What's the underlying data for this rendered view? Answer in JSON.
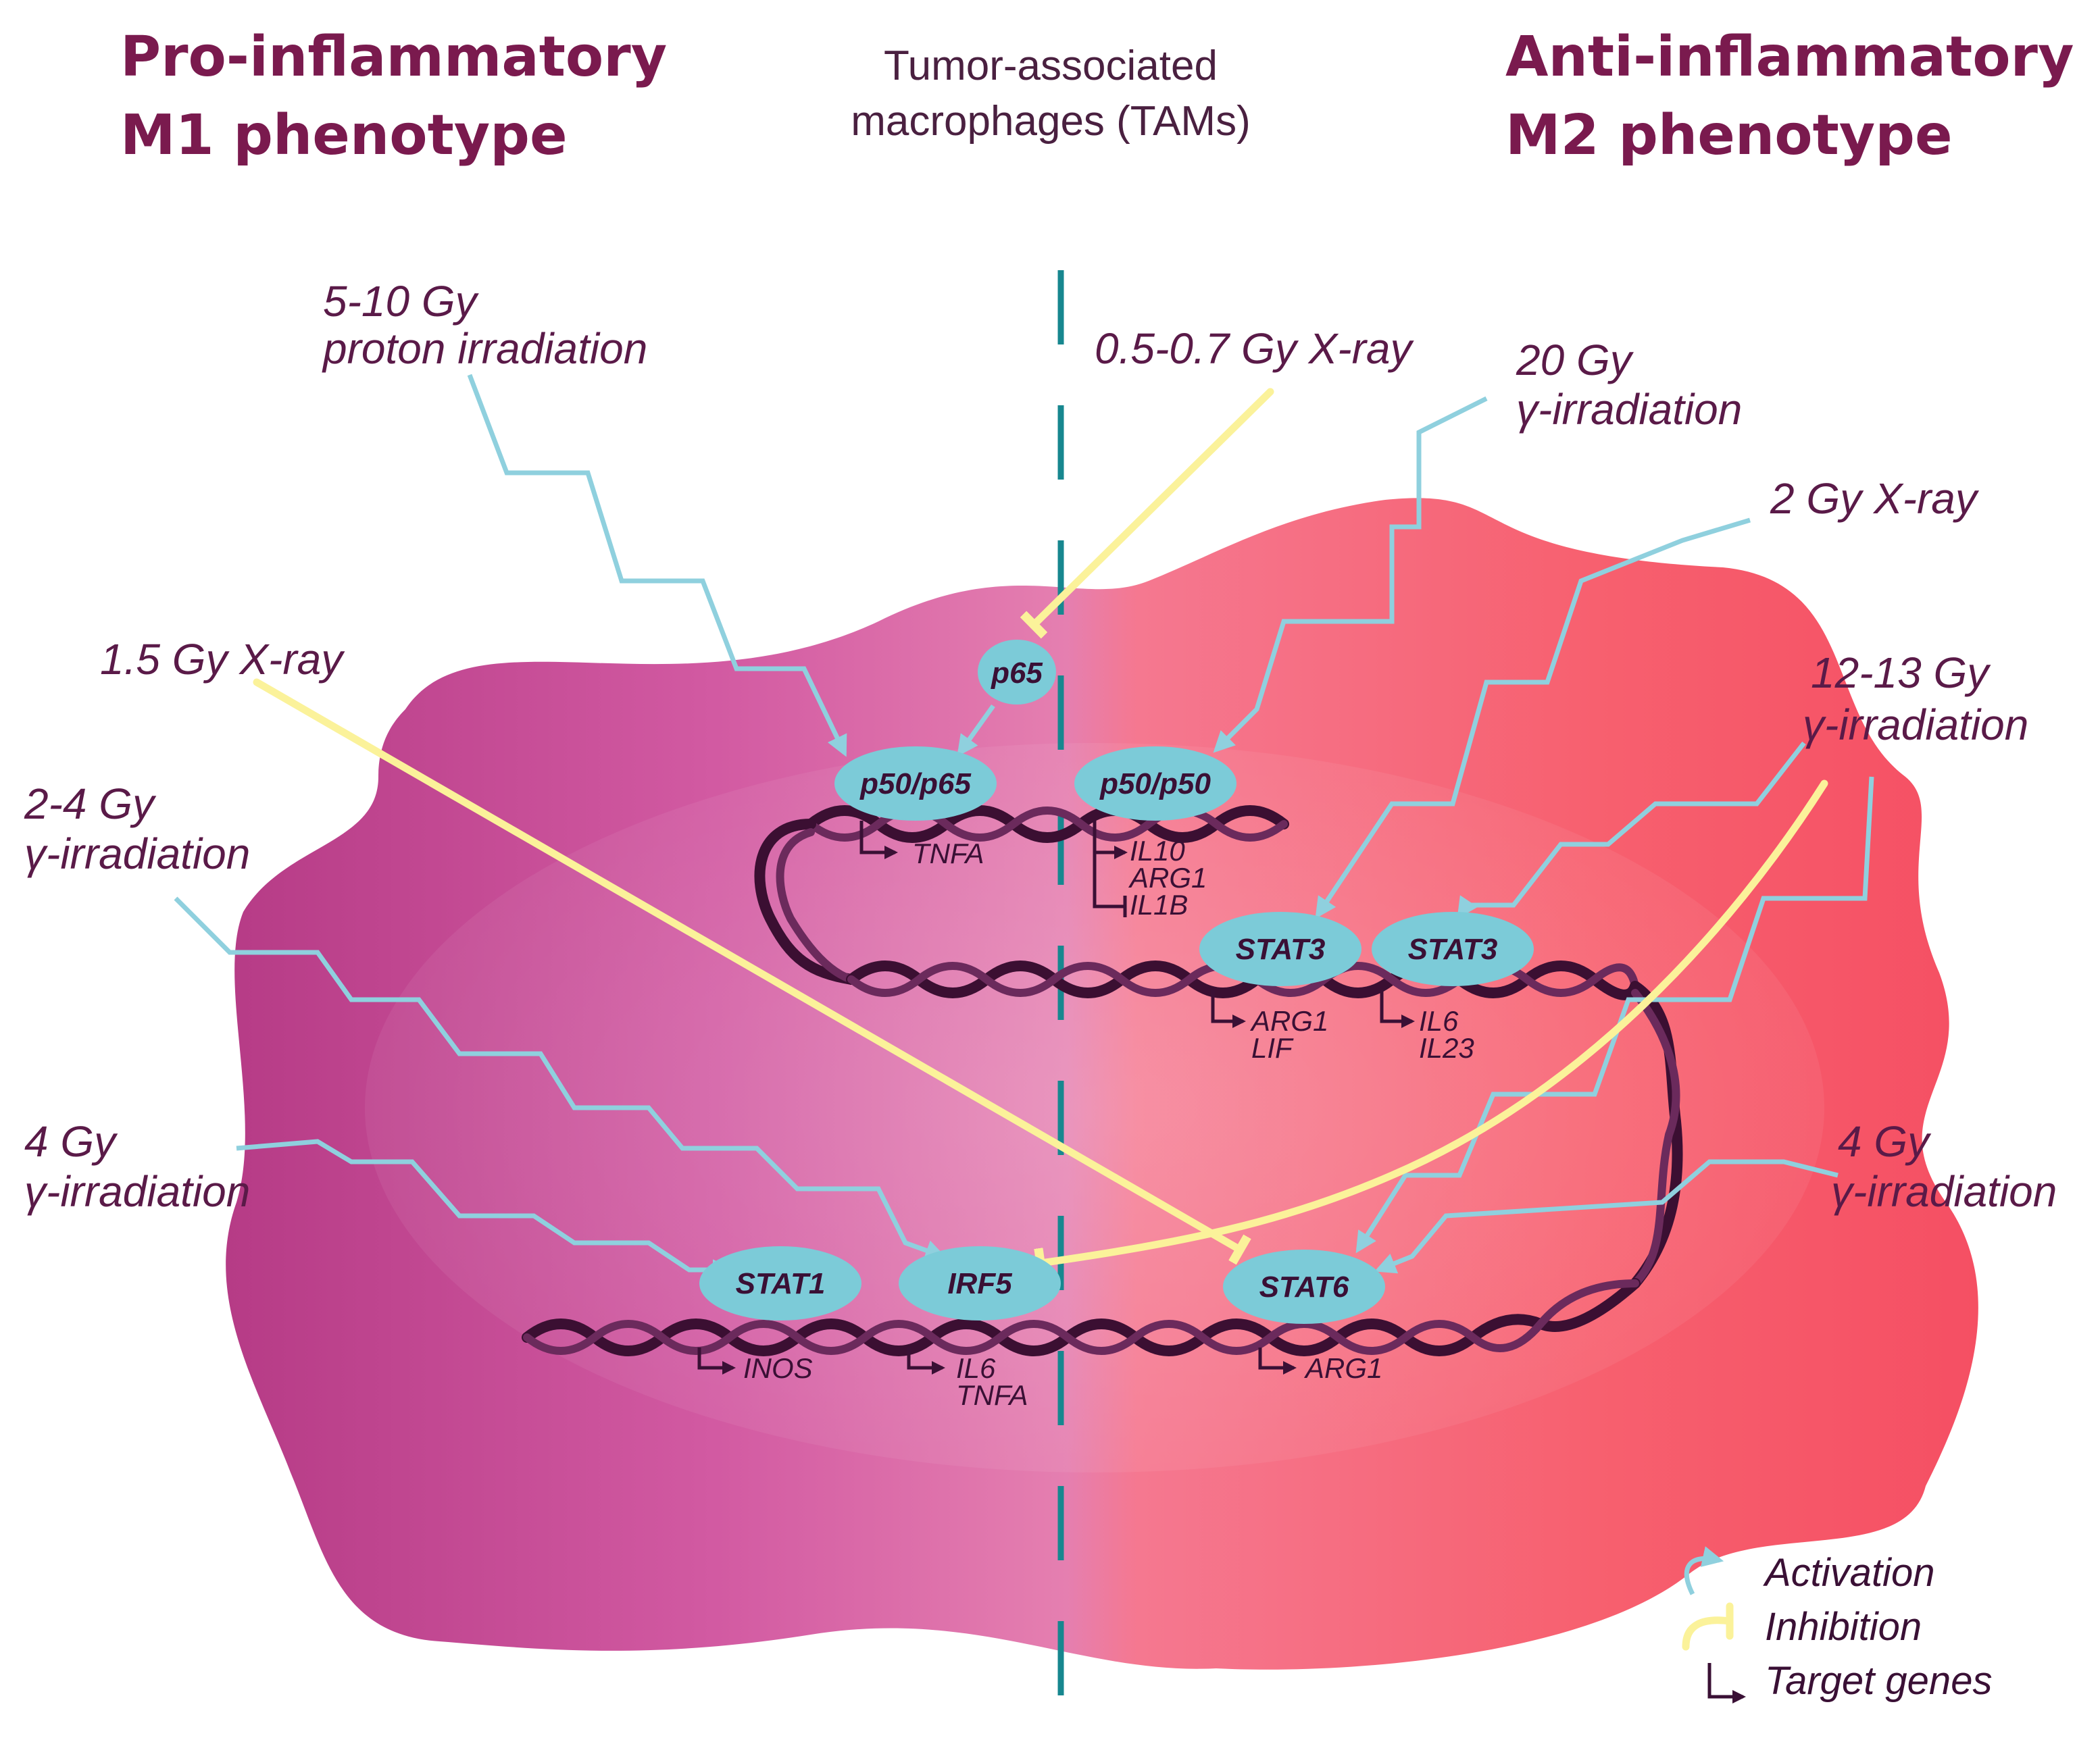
{
  "header": {
    "left_line1": "Pro-inflammatory",
    "left_line2": "M1 phenotype",
    "center_line1": "Tumor-associated",
    "center_line2": "macrophages (TAMs)",
    "right_line1": "Anti-inflammatory",
    "right_line2": "M2 phenotype"
  },
  "stimuli": {
    "proton_line1": "5-10 Gy",
    "proton_line2": "proton irradiation",
    "xray_low": "0.5-0.7 Gy X-ray",
    "gamma20_line1": "20 Gy",
    "gamma20_line2": "γ-irradiation",
    "xray2": "2 Gy X-ray",
    "xray15": "1.5 Gy X-ray",
    "gamma1213_line1": "12-13 Gy",
    "gamma1213_line2": "γ-irradiation",
    "gamma24_line1": "2-4 Gy",
    "gamma24_line2": "γ-irradiation",
    "gamma4_left_line1": "4 Gy",
    "gamma4_left_line2": "γ-irradiation",
    "gamma4_right_line1": "4 Gy",
    "gamma4_right_line2": "γ-irradiation"
  },
  "factors": {
    "p65": "p65",
    "p50p65": "p50/p65",
    "p50p50": "p50/p50",
    "stat3_a": "STAT3",
    "stat3_b": "STAT3",
    "stat1": "STAT1",
    "irf5": "IRF5",
    "stat6": "STAT6"
  },
  "genes": {
    "p50p65_t1": "TNFA",
    "p50p50_t1": "IL10",
    "p50p50_t2": "ARG1",
    "p50p50_t3": "IL1B",
    "stat3a_t1": "ARG1",
    "stat3a_t2": "LIF",
    "stat3b_t1": "IL6",
    "stat3b_t2": "IL23",
    "stat1_t1": "INOS",
    "irf5_t1": "IL6",
    "irf5_t2": "TNFA",
    "stat6_t1": "ARG1"
  },
  "legend": {
    "activation": "Activation",
    "inhibition": "Inhibition",
    "target_genes": "Target genes"
  },
  "colors": {
    "cell_left": "#c2428f",
    "cell_mid": "#e279ab",
    "cell_right": "#f55468",
    "activation": "#8fd0de",
    "inhibition": "#fbf29a",
    "factor_oval": "#7ccbd8",
    "dna": "#3b0f32",
    "divider": "#17878f",
    "heading": "#7a1a4e"
  }
}
